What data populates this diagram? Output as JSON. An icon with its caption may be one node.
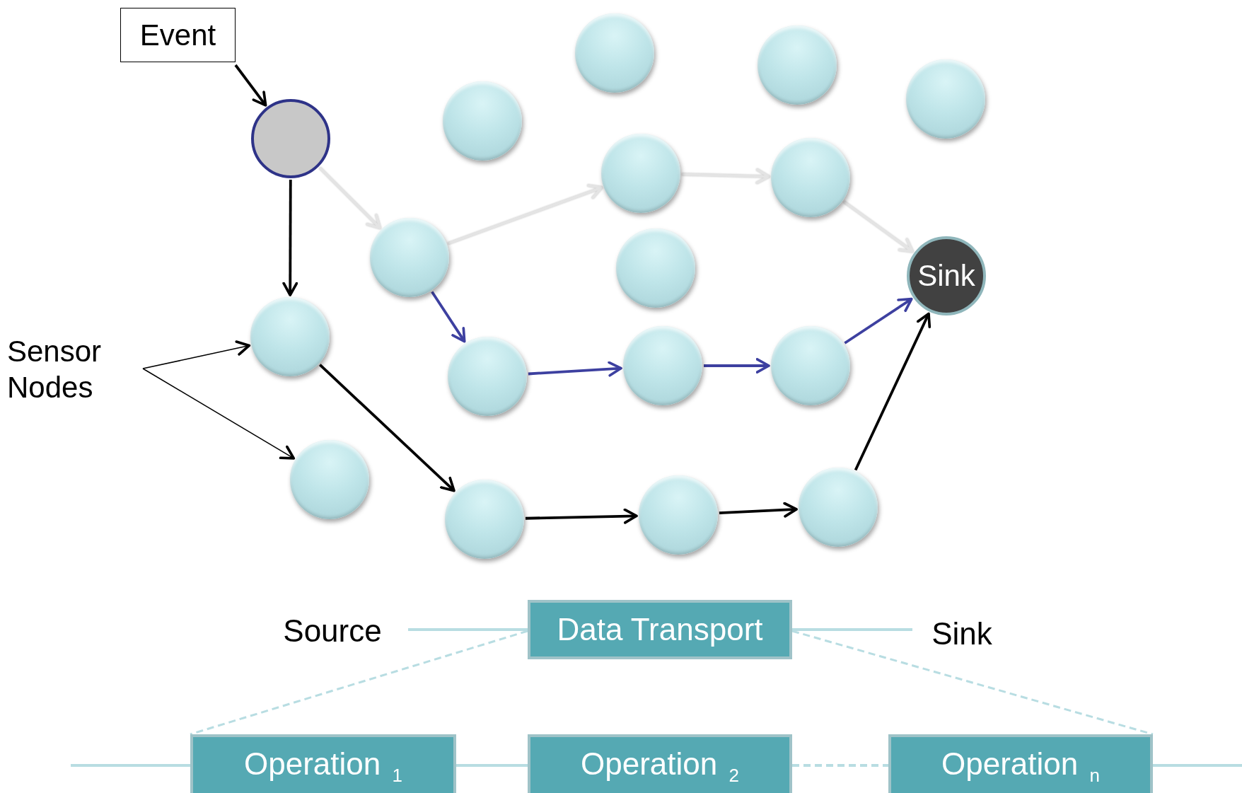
{
  "diagram": {
    "nodes": [
      {
        "text": [
          "Event"
        ]
      },
      {
        "text": [],
        "shape": "circle"
      },
      {
        "text": [],
        "shape": "circle"
      },
      {
        "text": [],
        "shape": "circle"
      },
      {
        "text": [
          "Sensor Nodes"
        ]
      },
      {
        "text": [],
        "shape": "circle"
      },
      {
        "text": [],
        "shape": "circle"
      },
      {
        "text": [],
        "shape": "circle"
      },
      {
        "text": [],
        "shape": "circle"
      },
      {
        "text": [],
        "shape": "circle"
      },
      {
        "text": [],
        "shape": "circle"
      },
      {
        "text": [],
        "shape": "circle"
      },
      {
        "text": [],
        "shape": "circle"
      },
      {
        "text": [],
        "shape": "circle"
      },
      {
        "text": [],
        "shape": "circle"
      },
      {
        "text": [],
        "shape": "circle"
      },
      {
        "text": [],
        "shape": "circle"
      },
      {
        "text": [],
        "shape": "circle"
      },
      {
        "text": [],
        "shape": "circle"
      },
      {
        "text": [
          "Sink"
        ]
      },
      {
        "text": [
          "Source"
        ]
      },
      {
        "text": [
          "Data Transport"
        ]
      },
      {
        "text": [
          "Sink"
        ]
      },
      {
        "text": [
          "Operation $_{1}$"
        ]
      },
      {
        "text": [
          "Operation $_{2}$"
        ]
      },
      {
        "text": [
          "Operation $_{n}$"
        ]
      }
    ],
    "edges": [
      {
        "from": 0,
        "to": 1,
        "arrow": "to"
      },
      {
        "from": 1,
        "to": 2,
        "arrow": "to"
      },
      {
        "from": 1,
        "to": 5,
        "arrow": "to",
        "color": "#e4e4e4"
      },
      {
        "from": 5,
        "to": 10,
        "arrow": "to",
        "color": "#e4e4e4"
      },
      {
        "from": 10,
        "to": 15,
        "arrow": "to",
        "color": "#e4e4e4"
      },
      {
        "from": 15,
        "to": 19,
        "arrow": "to",
        "color": "#e4e4e4"
      },
      {
        "from": 5,
        "to": 6,
        "arrow": "to",
        "color": "#3d40a0"
      },
      {
        "from": 6,
        "to": 12,
        "arrow": "to",
        "color": "#3d40a0"
      },
      {
        "from": 12,
        "to": 16,
        "arrow": "to",
        "color": "#3d40a0"
      },
      {
        "from": 16,
        "to": 19,
        "arrow": "to",
        "color": "#3d40a0"
      },
      {
        "from": 2,
        "to": 7,
        "arrow": "to"
      },
      {
        "from": 7,
        "to": 13,
        "arrow": "to"
      },
      {
        "from": 13,
        "to": 17,
        "arrow": "to"
      },
      {
        "from": 17,
        "to": 19,
        "arrow": "to"
      },
      {
        "from": 4,
        "to": 2,
        "arrow": "to"
      },
      {
        "from": 4,
        "to": 3,
        "arrow": "to"
      },
      {
        "from": 20,
        "to": 21,
        "arrow": "none",
        "color": "#b8dde2"
      },
      {
        "from": 21,
        "to": 22,
        "arrow": "none",
        "color": "#b8dde2"
      },
      {
        "from": 21,
        "to": 23,
        "arrow": "none",
        "style": "dashed",
        "color": "#b8dde2"
      },
      {
        "from": 21,
        "to": 25,
        "arrow": "none",
        "style": "dashed",
        "color": "#b8dde2"
      },
      {
        "from": null,
        "to": 23,
        "arrow": "none",
        "color": "#b8dde2"
      },
      {
        "from": 23,
        "to": 24,
        "arrow": "none",
        "color": "#b8dde2"
      },
      {
        "from": 24,
        "to": 25,
        "arrow": "none",
        "style": "dashed",
        "color": "#b8dde2"
      },
      {
        "from": 25,
        "to": null,
        "arrow": "none",
        "color": "#b8dde2"
      }
    ]
  }
}
